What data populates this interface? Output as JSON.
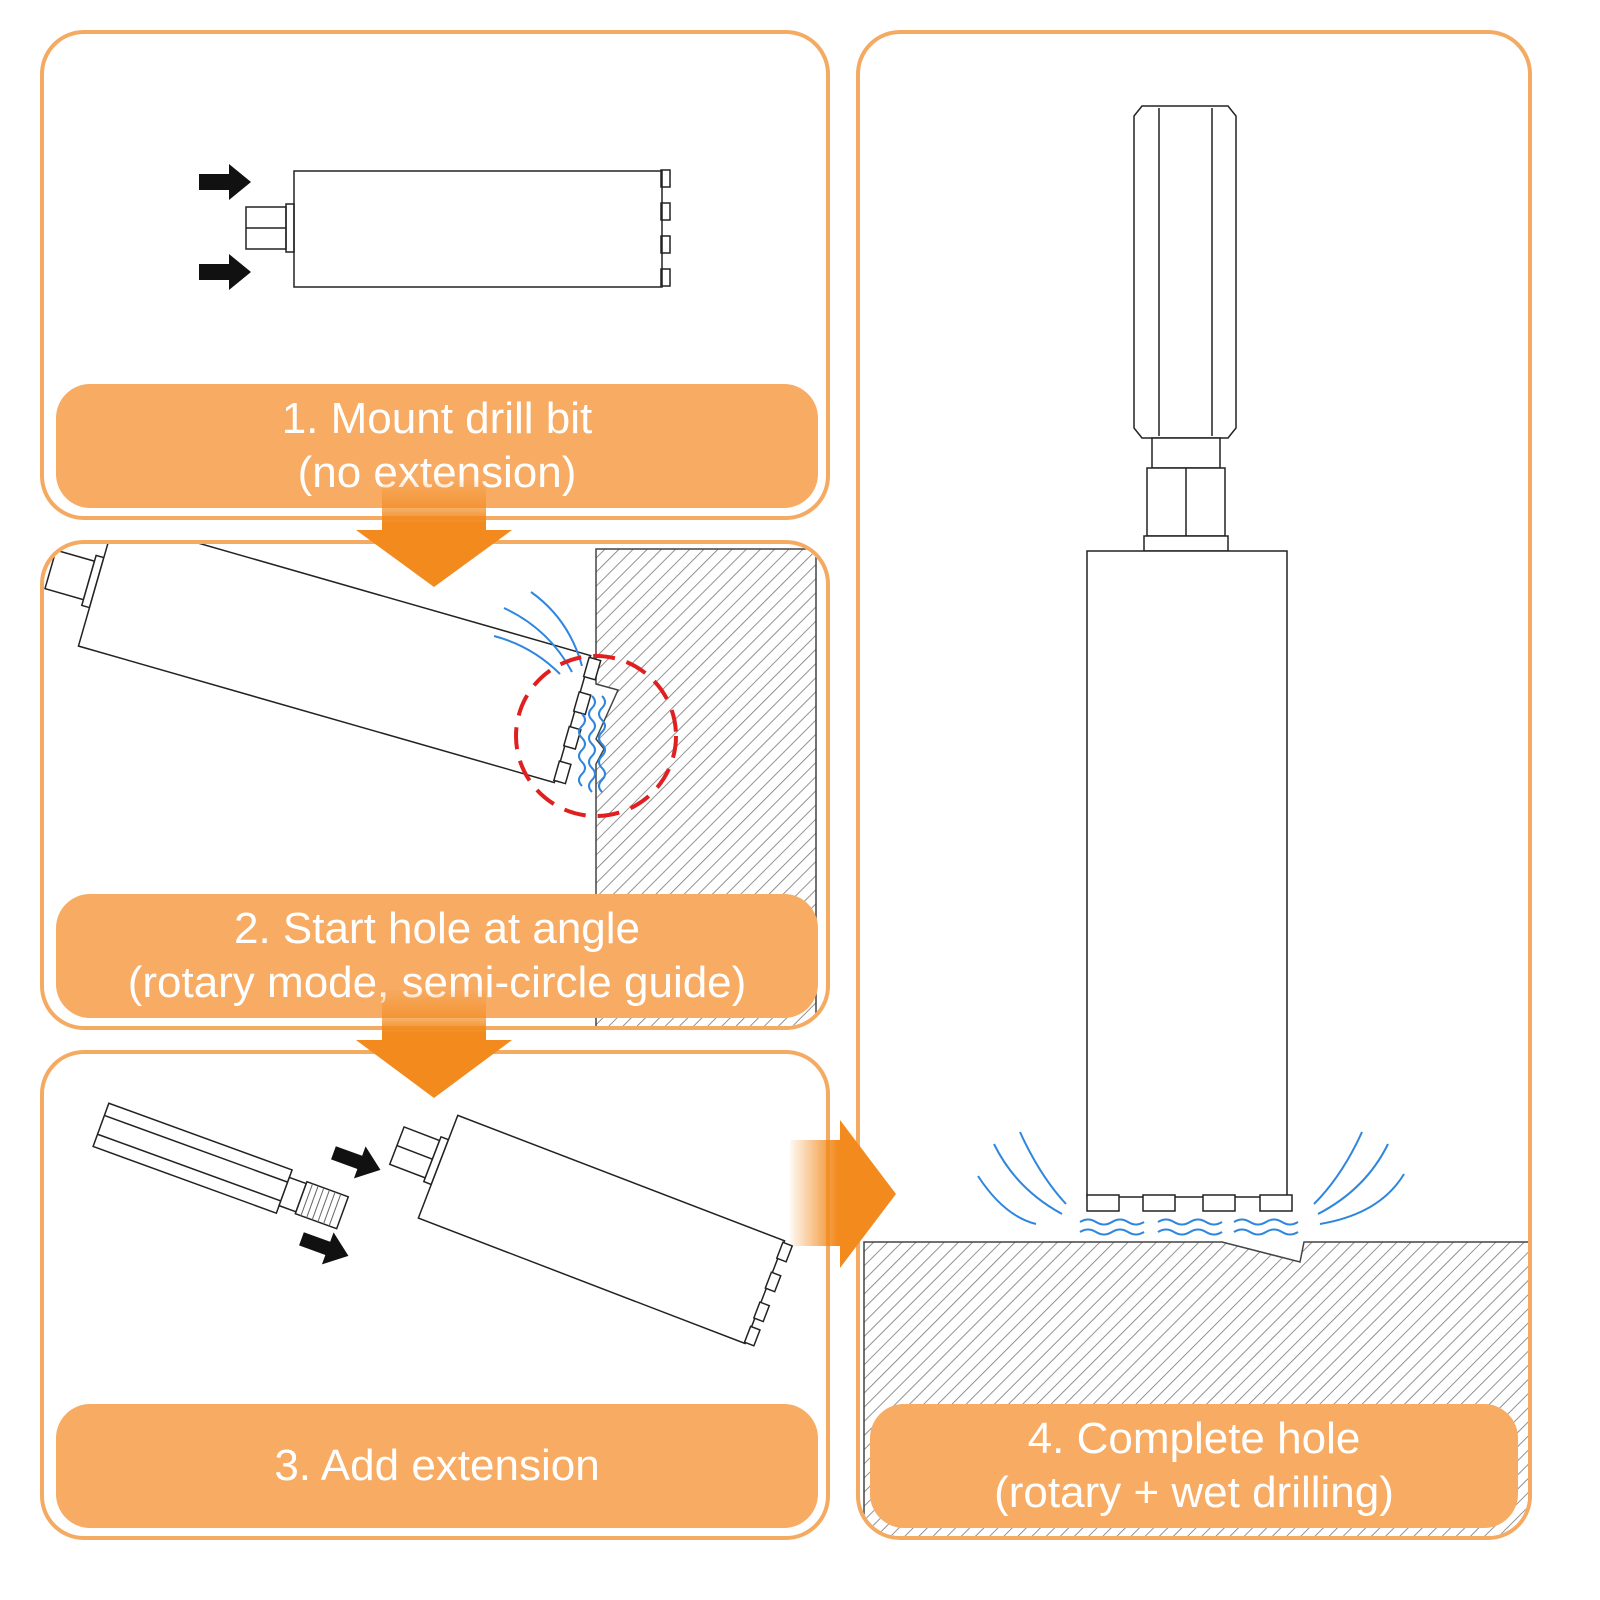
{
  "steps": [
    {
      "line1": "1. Mount drill bit",
      "line2": "(no extension)"
    },
    {
      "line1": "2. Start hole at angle",
      "line2": "(rotary mode, semi-circle guide)"
    },
    {
      "line1": "3. Add extension",
      "line2": ""
    },
    {
      "line1": "4. Complete hole",
      "line2": "(rotary + wet drilling)"
    }
  ],
  "colors": {
    "panel_border": "#f5aa62",
    "caption_fill": "#f7ab63",
    "flow_arrow": "#f28a1e",
    "water": "#2e86de",
    "guide_circle": "#e02020",
    "outline": "#222222"
  },
  "icons": [
    "push-arrow-icon",
    "flow-arrow-icon",
    "water-splash-icon",
    "guide-circle-icon"
  ]
}
